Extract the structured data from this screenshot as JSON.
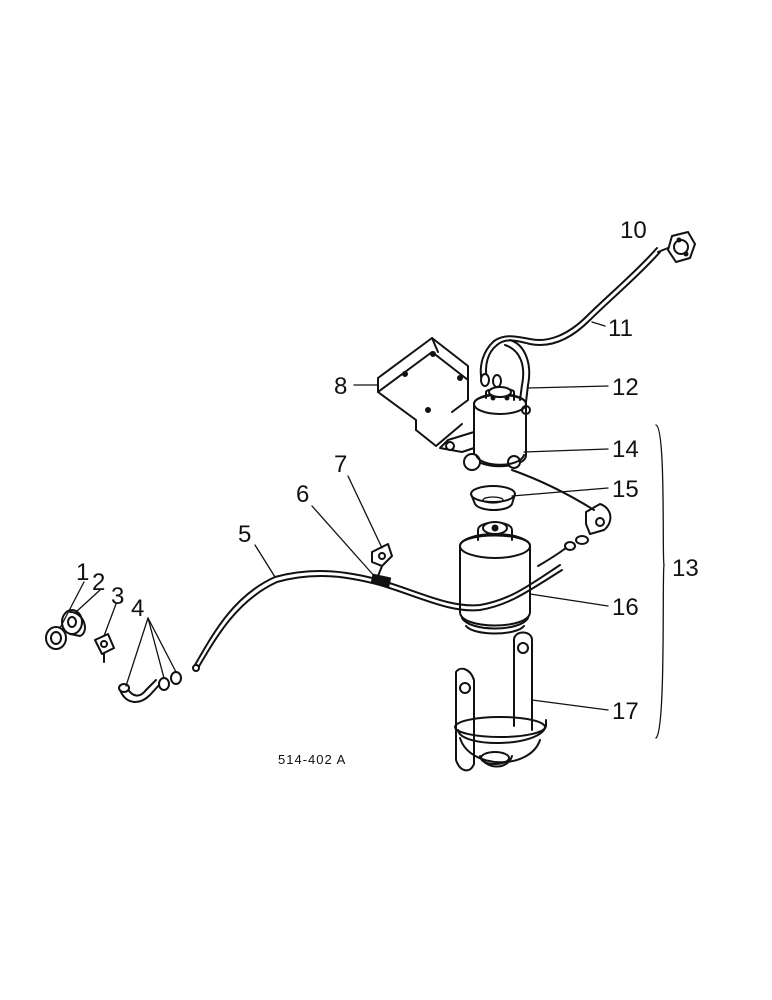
{
  "diagram": {
    "reference_code": "514-402 A",
    "callouts": {
      "c1": "1",
      "c2": "2",
      "c3": "3",
      "c4": "4",
      "c5": "5",
      "c6": "6",
      "c7": "7",
      "c8": "8",
      "c10": "10",
      "c11": "11",
      "c12": "12",
      "c13": "13",
      "c14": "14",
      "c15": "15",
      "c16": "16",
      "c17": "17"
    }
  }
}
